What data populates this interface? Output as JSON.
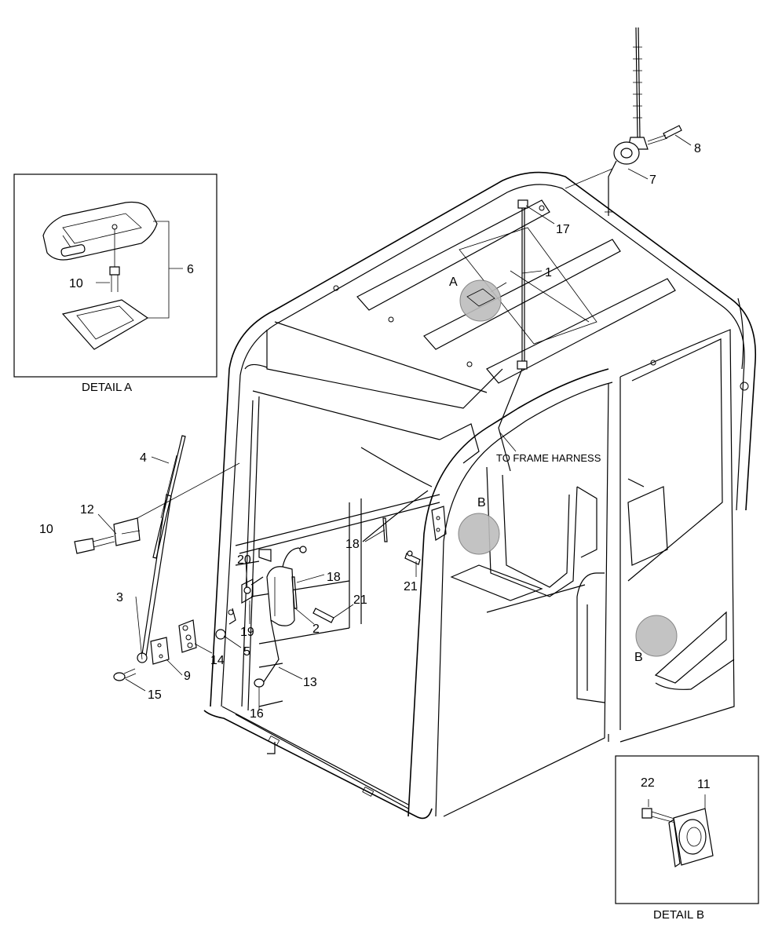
{
  "details": {
    "a": {
      "caption": "DETAIL A"
    },
    "b": {
      "caption": "DETAIL B"
    }
  },
  "callouts": {
    "p1": "1",
    "p2": "2",
    "p3": "3",
    "p4": "4",
    "p5": "5",
    "p6": "6",
    "p7": "7",
    "p8": "8",
    "p9": "9",
    "p10_detail": "10",
    "p10_main": "10",
    "p11": "11",
    "p12": "12",
    "p13": "13",
    "p14": "14",
    "p15": "15",
    "p16": "16",
    "p17": "17",
    "p18a": "18",
    "p18b": "18",
    "p19": "19",
    "p20": "20",
    "p21a": "21",
    "p21b": "21",
    "p22": "22"
  },
  "markers": {
    "a": "A",
    "b_left": "B",
    "b_right": "B"
  },
  "notes": {
    "frame_harness": "TO FRAME HARNESS"
  }
}
